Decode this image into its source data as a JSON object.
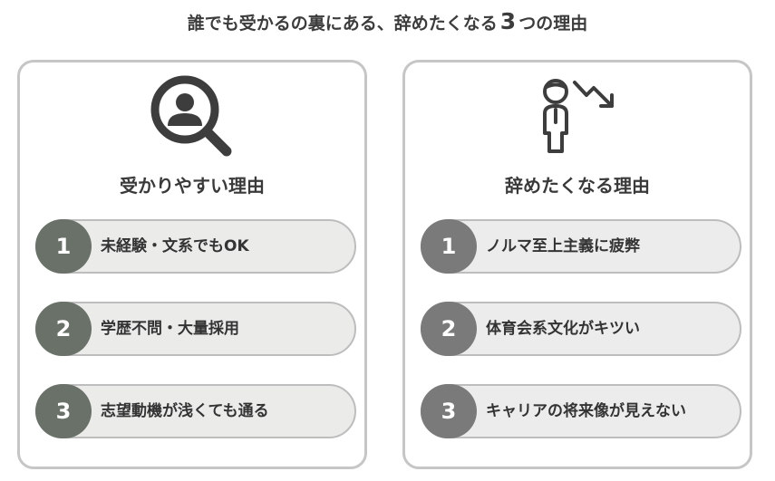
{
  "title": {
    "prefix": "誰でも受かるの裏にある、辞めたくなる",
    "number": "3",
    "suffix": "つの理由"
  },
  "left_card": {
    "icon": "search-person-icon",
    "heading": "受かりやすい理由",
    "items": [
      {
        "number": "1",
        "label": "未経験・文系でもOK"
      },
      {
        "number": "2",
        "label": "学歴不問・大量採用"
      },
      {
        "number": "3",
        "label": "志望動機が浅くても通る"
      }
    ]
  },
  "right_card": {
    "icon": "person-decline-icon",
    "heading": "辞めたくなる理由",
    "items": [
      {
        "number": "1",
        "label": "ノルマ至上主義に疲弊"
      },
      {
        "number": "2",
        "label": "体育会系文化がキツい"
      },
      {
        "number": "3",
        "label": "キャリアの将来像が見えない"
      }
    ]
  },
  "colors": {
    "left_badge": "#6a7169",
    "right_badge": "#7a7a7a",
    "card_border": "#c6c6c6",
    "pill_background": "#ececec",
    "icon": "#3d3d3d"
  }
}
